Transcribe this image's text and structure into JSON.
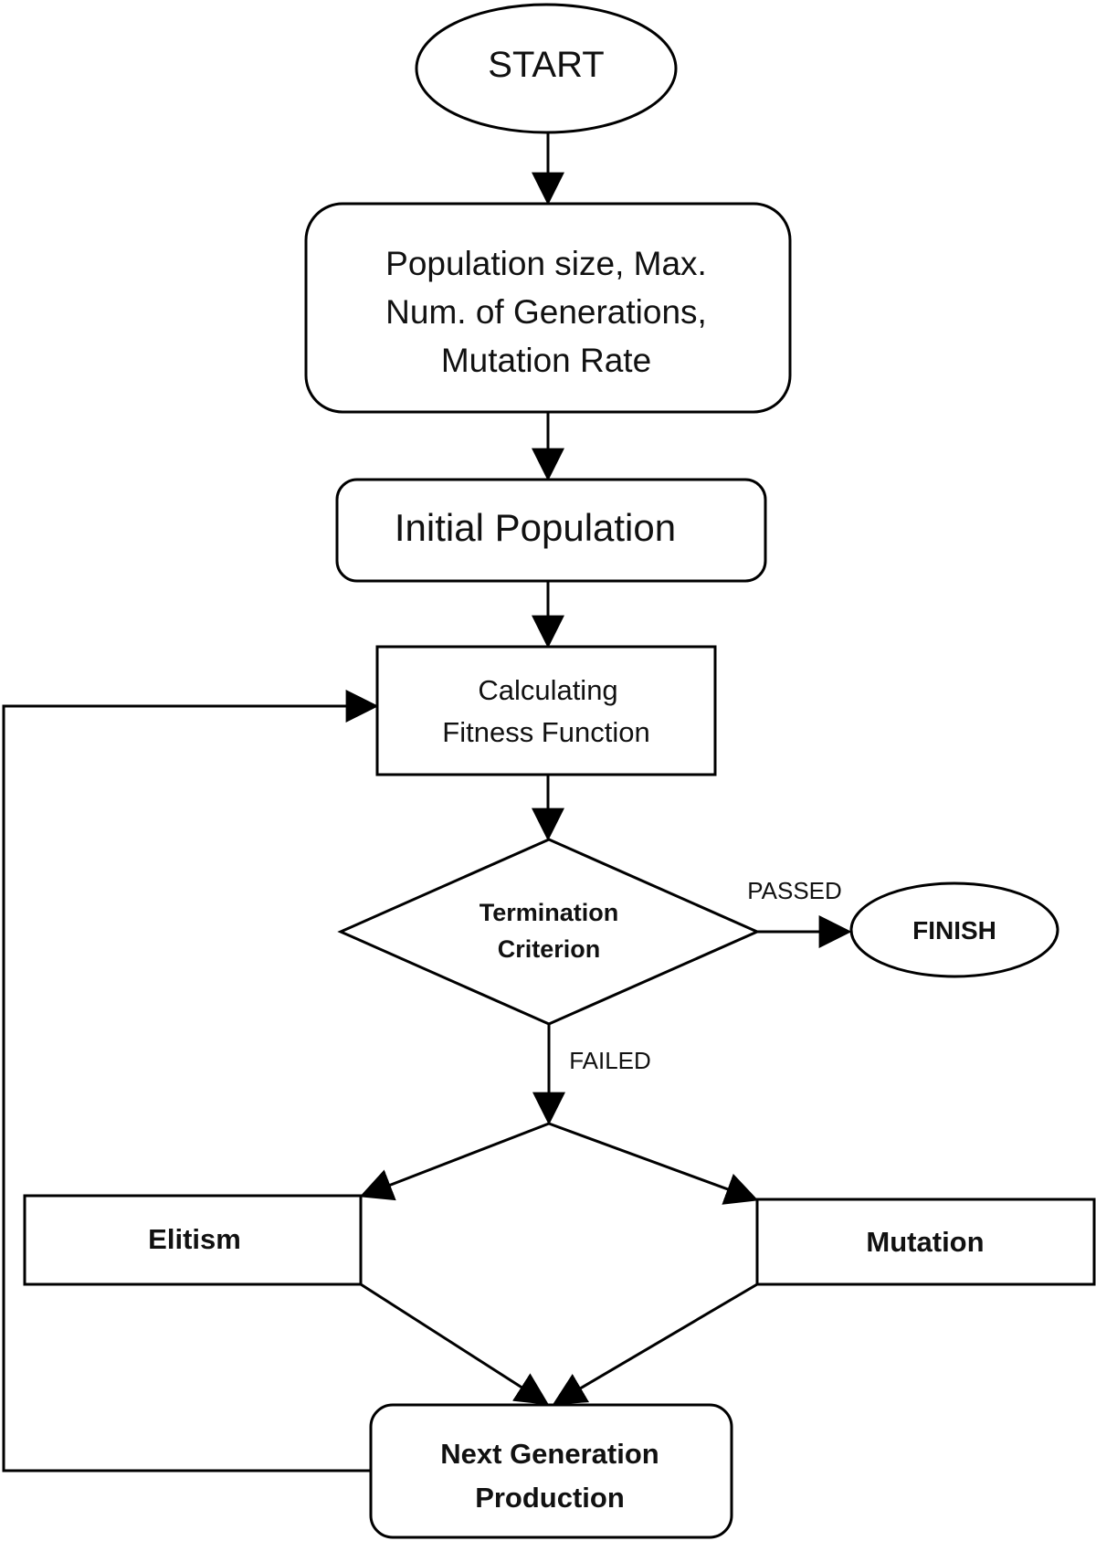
{
  "nodes": {
    "start": "START",
    "params": [
      "Population size,  Max.",
      "Num. of Generations,",
      "Mutation Rate"
    ],
    "initial": "Initial Population",
    "fitness": [
      "Calculating",
      "Fitness Function"
    ],
    "termination": [
      "Termination",
      "Criterion"
    ],
    "finish": "FINISH",
    "elitism": "Elitism",
    "mutation": "Mutation",
    "next_gen": [
      "Next Generation",
      "Production"
    ]
  },
  "edges": {
    "passed": "PASSED",
    "failed": "FAILED"
  },
  "colors": {
    "stroke": "#000000",
    "text": "#111111",
    "background": "#ffffff"
  }
}
